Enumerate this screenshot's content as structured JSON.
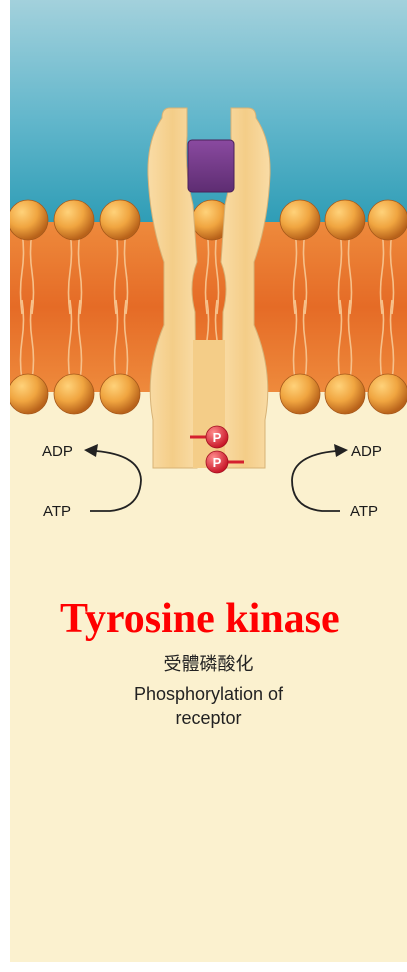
{
  "labels": {
    "left_top": "ADP",
    "left_bottom": "ATP",
    "right_top": "ADP",
    "right_bottom": "ATP"
  },
  "phosphate_label": "P",
  "title": "Tyrosine kinase",
  "caption": {
    "chinese": "受體磷酸化",
    "line1": "Phosphorylation of",
    "line2": "receptor"
  },
  "colors": {
    "extracellular": "#3aa3bd",
    "cytoplasm": "#fbf1cf",
    "membrane": "#e8772f",
    "lipid_head": "#f0a540",
    "receptor": "#f6d194",
    "ligand": "#7a3f8f",
    "phosphate": "#e0283a",
    "title": "#ff0000"
  }
}
